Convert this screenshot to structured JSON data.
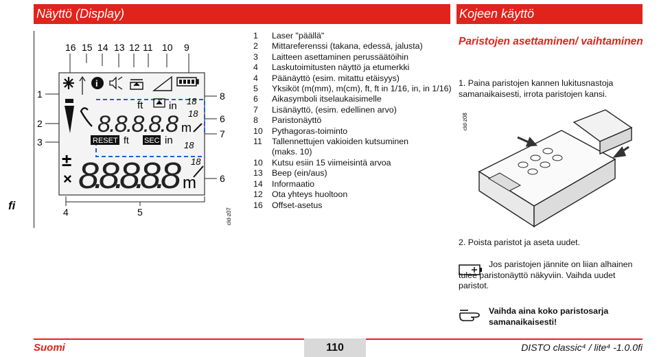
{
  "header": {
    "left_title": "Näyttö (Display)",
    "right_title": "Kojeen käyttö"
  },
  "side_label": "fi",
  "figure": {
    "code_left": "cld-z07",
    "code_right": "cld-z08",
    "callouts_top": [
      "16",
      "15",
      "14",
      "13",
      "12",
      "11",
      "10",
      "9"
    ],
    "callouts_left": [
      "1",
      "2",
      "3"
    ],
    "callouts_right": [
      "8",
      "6",
      "7",
      "6"
    ],
    "callouts_bottom": [
      "4",
      "5"
    ],
    "lcd": {
      "reset": "RESET",
      "sec": "SEC",
      "main_digits": "8.8.8.8.8",
      "small_digits": "8.8.8.8.8",
      "unit_m": "m",
      "unit_ft": "ft",
      "unit_in": "in",
      "frac_18": "18",
      "plus_minus": "±",
      "times": "×"
    }
  },
  "legend": [
    {
      "n": "1",
      "text": "Laser \"päällä\""
    },
    {
      "n": "2",
      "text": "Mittareferenssi (takana, edessä, jalusta)"
    },
    {
      "n": "3",
      "text": "Laitteen asettaminen perussäätöihin"
    },
    {
      "n": "4",
      "text": "Laskutoimitusten näyttö ja etumerkki"
    },
    {
      "n": "4",
      "text": "Päänäyttö (esim. mitattu etäisyys)"
    },
    {
      "n": "5",
      "text": "Yksiköt (m(mm), m(cm), ft, ft in 1/16, in, in 1/16)"
    },
    {
      "n": "6",
      "text": "Aikasymboli itselaukaisimelle"
    },
    {
      "n": "7",
      "text": "Lisänäyttö, (esim. edellinen arvo)"
    },
    {
      "n": "8",
      "text": "Paristonäyttö"
    },
    {
      "n": "10",
      "text": "Pythagoras-toiminto"
    },
    {
      "n": "11",
      "text": "Tallennettujen vakioiden kutsuminen"
    },
    {
      "n": "",
      "text": "(maks. 10)"
    },
    {
      "n": "10",
      "text": "Kutsu esiin 15 viimeisintä arvoa"
    },
    {
      "n": "13",
      "text": "Beep (ein/aus)"
    },
    {
      "n": "14",
      "text": "Informaatio"
    },
    {
      "n": "12",
      "text": "Ota yhteys huoltoon"
    },
    {
      "n": "16",
      "text": "Offset-asetus"
    }
  ],
  "right": {
    "section_title": "Paristojen asettaminen/ vaihtaminen",
    "step1": "1. Paina paristojen kannen lukitusnastoja samanaikaisesti, irrota paristojen kansi.",
    "step2": "2. Poista paristot ja aseta uudet.",
    "note1": "Jos paristojen jännite on liian alhainen tulee paristonäyttö näkyviin. Vaihda uudet paristot.",
    "note2": "Vaihda aina koko paristosarja samanaikaisesti!"
  },
  "footer": {
    "left": "Suomi",
    "page": "110",
    "right": "DISTO classic⁴ / lite⁴ -1.0.0fi"
  },
  "colors": {
    "accent": "#e0241b",
    "lcd_blue": "#1f5fd0",
    "page_box": "#d9d9d9"
  }
}
